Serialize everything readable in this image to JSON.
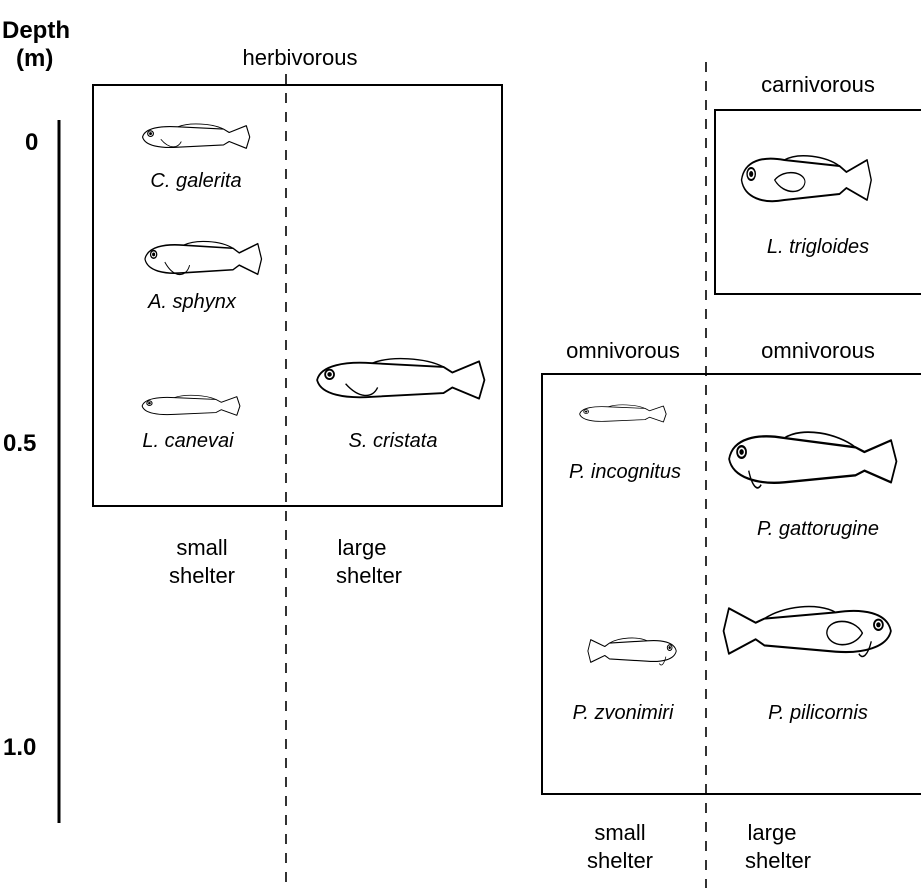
{
  "axis": {
    "title": [
      "Depth",
      "(m)"
    ],
    "ticks": [
      "0",
      "0.5",
      "1.0"
    ]
  },
  "groups": {
    "herbivorous": "herbivorous",
    "carnivorous": "carnivorous",
    "omnivorous_small": "omnivorous",
    "omnivorous_large": "omnivorous"
  },
  "shelter": {
    "left_small": [
      "small",
      "shelter"
    ],
    "left_large": [
      "large",
      "shelter"
    ],
    "right_small": [
      "small",
      "shelter"
    ],
    "right_large": [
      "large",
      "shelter"
    ]
  },
  "species": {
    "c_galerita": "C. galerita",
    "a_sphynx": "A. sphynx",
    "l_canevai": "L. canevai",
    "s_cristata": "S. cristata",
    "l_trigloides": "L. trigloides",
    "p_incognitus": "P. incognitus",
    "p_gattorugine": "P. gattorugine",
    "p_zvonimiri": "P. zvonimiri",
    "p_pilicornis": "P. pilicornis"
  }
}
